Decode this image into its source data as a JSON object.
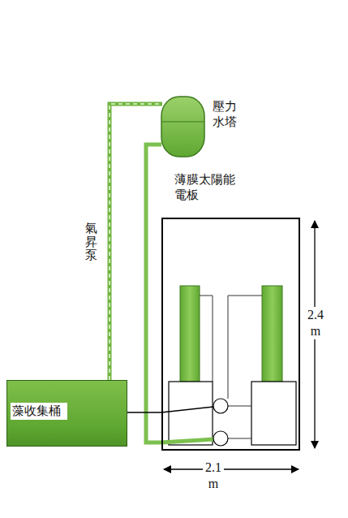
{
  "diagram": {
    "nodes": [
      {
        "text": [
          "壓力水塔"
        ]
      },
      {
        "text": [
          "藻收集桶"
        ]
      },
      {
        "text": [
          "薄膜太陽能電板"
        ]
      }
    ],
    "edges": [
      {
        "from": 1,
        "to": 0,
        "label": "氣昇泵",
        "arrow": "none"
      },
      {
        "from": 0,
        "to": 2,
        "arrow": "none"
      },
      {
        "from": 1,
        "to": 2,
        "arrow": "none"
      }
    ],
    "labels": [
      "2.4 m",
      "2.1 m"
    ]
  }
}
